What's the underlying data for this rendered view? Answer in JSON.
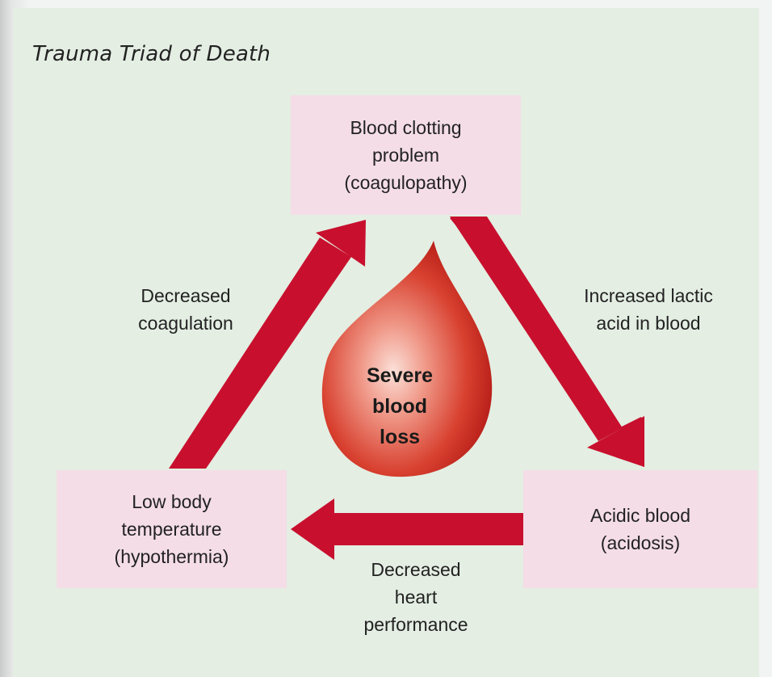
{
  "title": "Trauma Triad of Death",
  "nodes": {
    "top": [
      "Blood clotting",
      "problem",
      "(coagulopathy)"
    ],
    "right": [
      "Acidic blood",
      "(acidosis)"
    ],
    "left": [
      "Low body",
      "temperature",
      "(hypothermia)"
    ]
  },
  "edges": {
    "top_to_right": [
      "Increased lactic",
      "acid in blood"
    ],
    "right_to_left": [
      "Decreased",
      "heart",
      "performance"
    ],
    "left_to_top": [
      "Decreased",
      "coagulation"
    ]
  },
  "center": [
    "Severe",
    "blood",
    "loss"
  ],
  "colors": {
    "arrow": "#c8102e",
    "node_fill": "#f4dde7",
    "background": "#e4eee3"
  }
}
